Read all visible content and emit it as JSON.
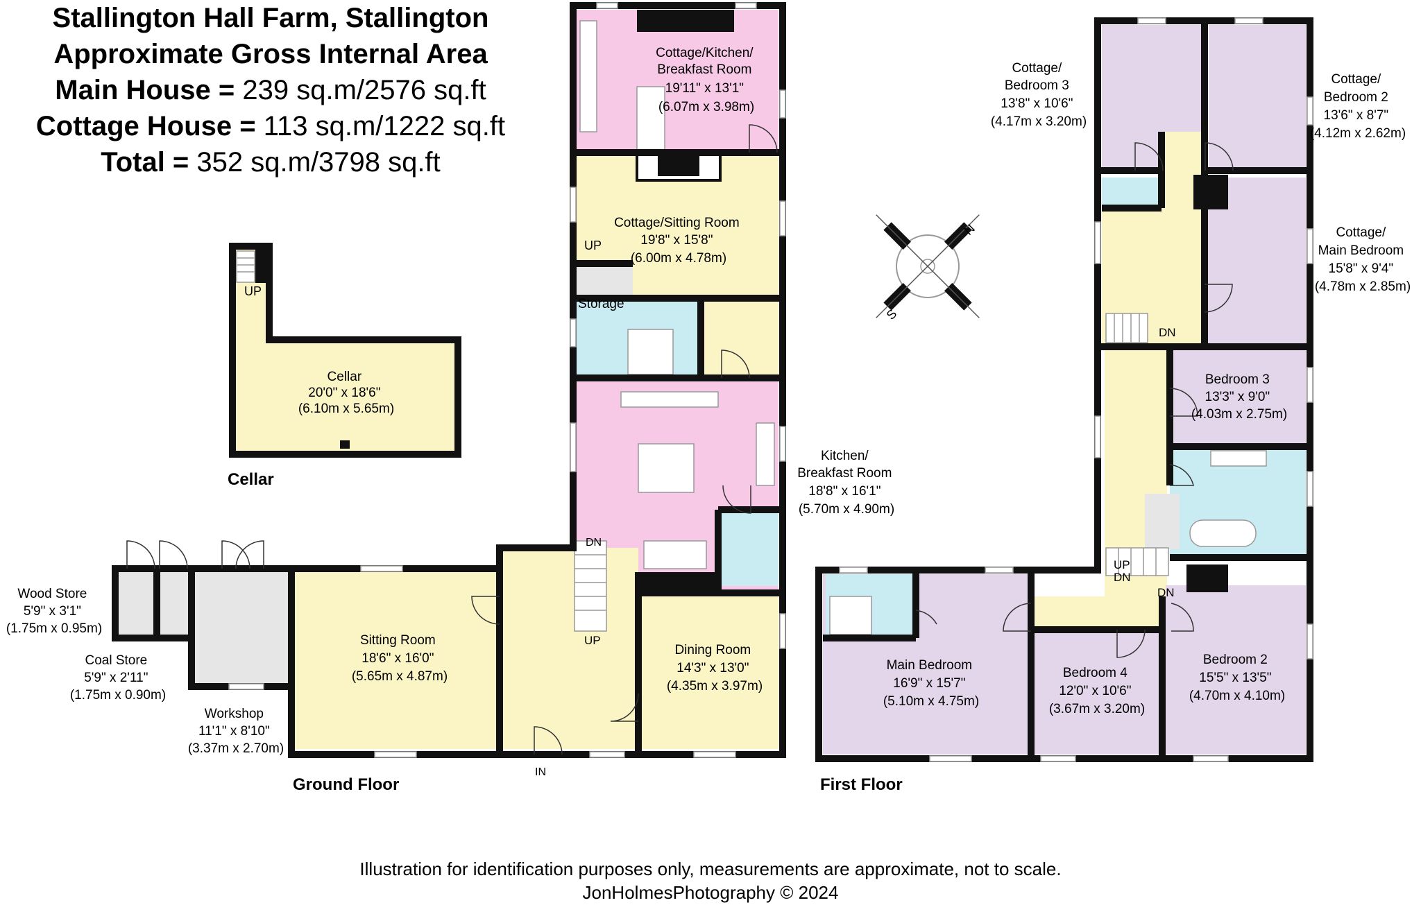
{
  "header": {
    "property": "Stallington Hall Farm, Stallington",
    "subtitle": "Approximate Gross Internal Area",
    "main_house_label": "Main House =",
    "main_house_value": " 239 sq.m/2576 sq.ft",
    "cottage_label": "Cottage House =",
    "cottage_value": " 113 sq.m/1222 sq.ft",
    "total_label": "Total =",
    "total_value": " 352 sq.m/3798 sq.ft"
  },
  "floors": {
    "cellar": "Cellar",
    "ground": "Ground Floor",
    "first": "First Floor"
  },
  "rooms": {
    "cellar": [
      "Cellar",
      "20'0\" x 18'6\"",
      "(6.10m x 5.65m)"
    ],
    "cottage_kitchen": [
      "Cottage/Kitchen/",
      "Breakfast Room",
      "19'11\" x 13'1\"",
      "(6.07m x 3.98m)"
    ],
    "cottage_sitting": [
      "Cottage/Sitting Room",
      "19'8\" x 15'8\"",
      "(6.00m x 4.78m)"
    ],
    "storage": [
      "Storage"
    ],
    "kitchen": [
      "Kitchen/",
      "Breakfast Room",
      "18'8\" x 16'1\"",
      "(5.70m x 4.90m)"
    ],
    "sitting": [
      "Sitting Room",
      "18'6\" x 16'0\"",
      "(5.65m x 4.87m)"
    ],
    "dining": [
      "Dining Room",
      "14'3\" x 13'0\"",
      "(4.35m x 3.97m)"
    ],
    "wood_store": [
      "Wood Store",
      "5'9\" x 3'1\"",
      "(1.75m x 0.95m)"
    ],
    "coal_store": [
      "Coal Store",
      "5'9\" x 2'11\"",
      "(1.75m x 0.90m)"
    ],
    "workshop": [
      "Workshop",
      "11'1\" x 8'10\"",
      "(3.37m x 2.70m)"
    ],
    "cottage_bed3": [
      "Cottage/",
      "Bedroom 3",
      "13'8\" x 10'6\"",
      "(4.17m x 3.20m)"
    ],
    "cottage_bed2": [
      "Cottage/",
      "Bedroom 2",
      "13'6\" x 8'7\"",
      "(4.12m x 2.62m)"
    ],
    "cottage_main_bed": [
      "Cottage/",
      "Main Bedroom",
      "15'8\" x 9'4\"",
      "(4.78m x 2.85m)"
    ],
    "bed3": [
      "Bedroom 3",
      "13'3\" x 9'0\"",
      "(4.03m x 2.75m)"
    ],
    "main_bed": [
      "Main Bedroom",
      "16'9\" x 15'7\"",
      "(5.10m x 4.75m)"
    ],
    "bed4": [
      "Bedroom 4",
      "12'0\" x 10'6\"",
      "(3.67m x 3.20m)"
    ],
    "bed2": [
      "Bedroom 2",
      "15'5\" x 13'5\"",
      "(4.70m x 4.10m)"
    ]
  },
  "stair_marks": {
    "up": "UP",
    "dn": "DN",
    "in": "IN"
  },
  "compass": {
    "north": "N",
    "south": "S"
  },
  "footer": {
    "disclaimer": "Illustration for identification purposes only, measurements are approximate, not to scale.",
    "credit": "JonHolmesPhotography © 2024"
  },
  "colors": {
    "kitchen": "#f7c9e6",
    "living": "#fbf5c6",
    "bathroom": "#c9ecf2",
    "bedroom": "#e3d6ea",
    "utility": "#e6e6e6",
    "wall": "#111111"
  }
}
